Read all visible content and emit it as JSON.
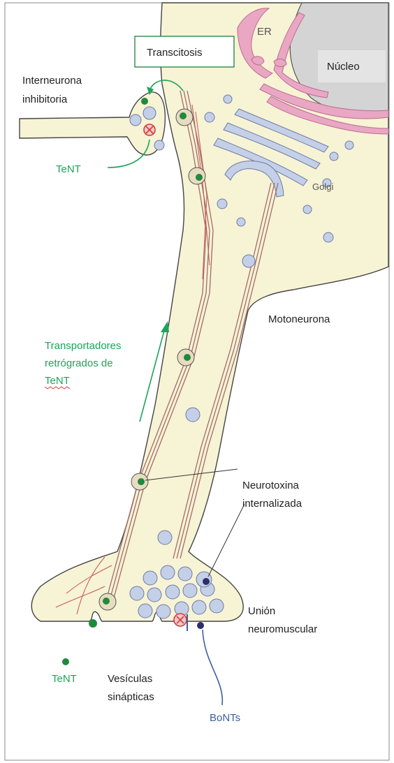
{
  "labels": {
    "transcytosis": "Transcitosis",
    "interneuron": [
      "Interneurona",
      "inhibitoria"
    ],
    "er": "ER",
    "nucleus": "Núcleo",
    "golgi": "Golgi",
    "tent_top": "TeNT",
    "motoneuron": "Motoneurona",
    "retrograde_transport": [
      "Transportadores",
      "retrógrados de",
      "TeNT"
    ],
    "internalized_toxin": [
      "Neurotoxina",
      "internalizada"
    ],
    "nmj": [
      "Unión",
      "neuromuscular"
    ],
    "tent_bottom": "TeNT",
    "synaptic_vesicles": [
      "Vesículas",
      "sinápticas"
    ],
    "bonts": "BoNTs"
  },
  "colors": {
    "cytoplasm": "#f7f3d5",
    "vesicle": "#c4cfe8",
    "er": "#e9a7c4",
    "golgi": "#c4cfe8",
    "nucleus": "#d4d4d4",
    "tent": "#1f8a3d",
    "bont": "#2e2d6b",
    "filament": "#b45a5a",
    "text_green": "#1ea35a",
    "text_blue": "#3d5f9e"
  }
}
